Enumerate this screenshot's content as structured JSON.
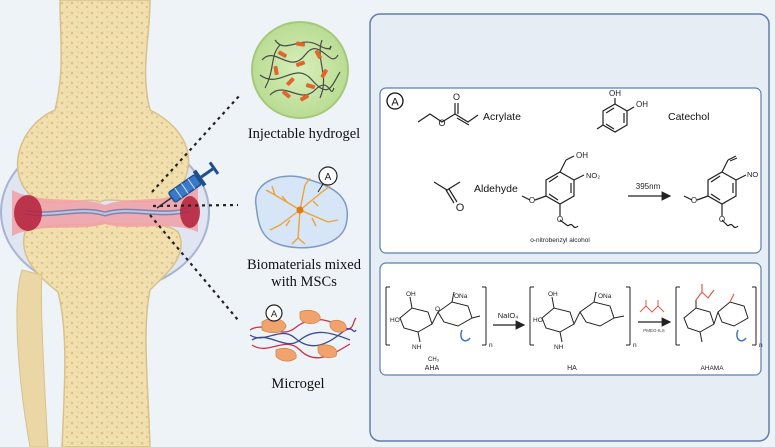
{
  "figure": {
    "labels": {
      "injectable": "Injectable hydrogel",
      "biomaterials_line1": "Biomaterials mixed",
      "biomaterials_line2": "with MSCs",
      "microgel": "Microgel",
      "marker_a": "A"
    },
    "panel_a": {
      "badge": "A",
      "acrylate": "Acrylate",
      "catechol": "Catechol",
      "aldehyde": "Aldehyde",
      "nitrobenzyl": "o-nitrobenzyl alcohol",
      "wavelength": "395nm",
      "atoms": {
        "O": "O",
        "OH": "OH",
        "NO2": "NO₂",
        "NO": "NO"
      }
    },
    "panel_b": {
      "aha": "AHA",
      "ha": "HA",
      "ahama": "AHAMA",
      "reagent": "NaIO₄",
      "reagent2": "PMEG-ILS",
      "atoms": {
        "OH": "OH",
        "HO": "HO",
        "ONa": "ONa",
        "O": "O",
        "NH": "NH",
        "CH3": "CH₃",
        "n": "n"
      }
    },
    "colors": {
      "background": "#eef3f8",
      "panel_bg": "#e6edf5",
      "panel_border": "#5e7fb0",
      "bone": "#f1dfae",
      "inflammation": "#f2a0a6",
      "hydrogel": "#c9e6a8",
      "cell": "#f2b277",
      "syringe": "#2b5f9e",
      "reaction_red": "#e05a4a",
      "reaction_blue": "#3b77c4"
    }
  }
}
